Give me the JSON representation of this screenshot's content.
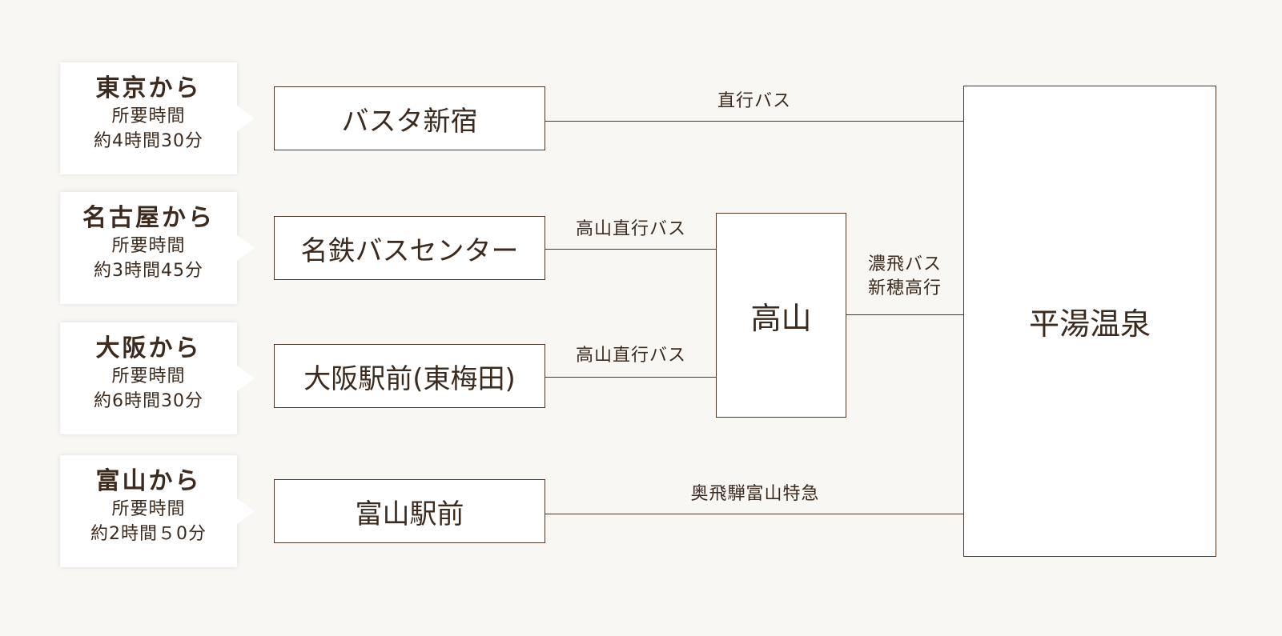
{
  "origins": [
    {
      "city": "東京から",
      "label": "所要時間",
      "time": "約4時間30分"
    },
    {
      "city": "名古屋から",
      "label": "所要時間",
      "time": "約3時間45分"
    },
    {
      "city": "大阪から",
      "label": "所要時間",
      "time": "約6時間30分"
    },
    {
      "city": "富山から",
      "label": "所要時間",
      "time": "約2時間５0分"
    }
  ],
  "stations": [
    "バスタ新宿",
    "名鉄バスセンター",
    "大阪駅前(東梅田)",
    "富山駅前"
  ],
  "hub": "高山",
  "destination": "平湯温泉",
  "routes": {
    "tokyo": "直行バス",
    "nagoya": "高山直行バス",
    "osaka": "高山直行バス",
    "toyama": "奥飛騨富山特急",
    "hub_line1": "濃飛バス",
    "hub_line2": "新穂高行"
  }
}
